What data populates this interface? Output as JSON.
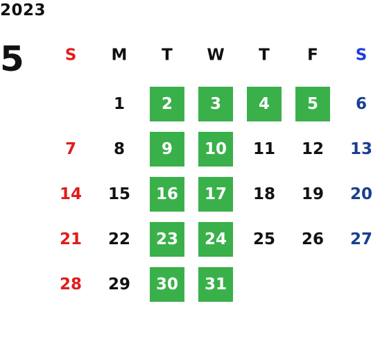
{
  "year": "2023",
  "month": "5",
  "colors": {
    "sunday": "#e01c1c",
    "saturday_header": "#1f3cdc",
    "saturday": "#1a3f8f",
    "weekday": "#111111",
    "highlight_bg": "#3ab04a",
    "highlight_text": "#ffffff"
  },
  "weekdays": [
    "S",
    "M",
    "T",
    "W",
    "T",
    "F",
    "S"
  ],
  "weeks": [
    [
      "",
      "1",
      "2",
      "3",
      "4",
      "5",
      "6"
    ],
    [
      "7",
      "8",
      "9",
      "10",
      "11",
      "12",
      "13"
    ],
    [
      "14",
      "15",
      "16",
      "17",
      "18",
      "19",
      "20"
    ],
    [
      "21",
      "22",
      "23",
      "24",
      "25",
      "26",
      "27"
    ],
    [
      "28",
      "29",
      "30",
      "31",
      "",
      "",
      ""
    ]
  ],
  "highlighted_days": [
    "2",
    "3",
    "4",
    "5",
    "9",
    "10",
    "16",
    "17",
    "23",
    "24",
    "30",
    "31"
  ]
}
